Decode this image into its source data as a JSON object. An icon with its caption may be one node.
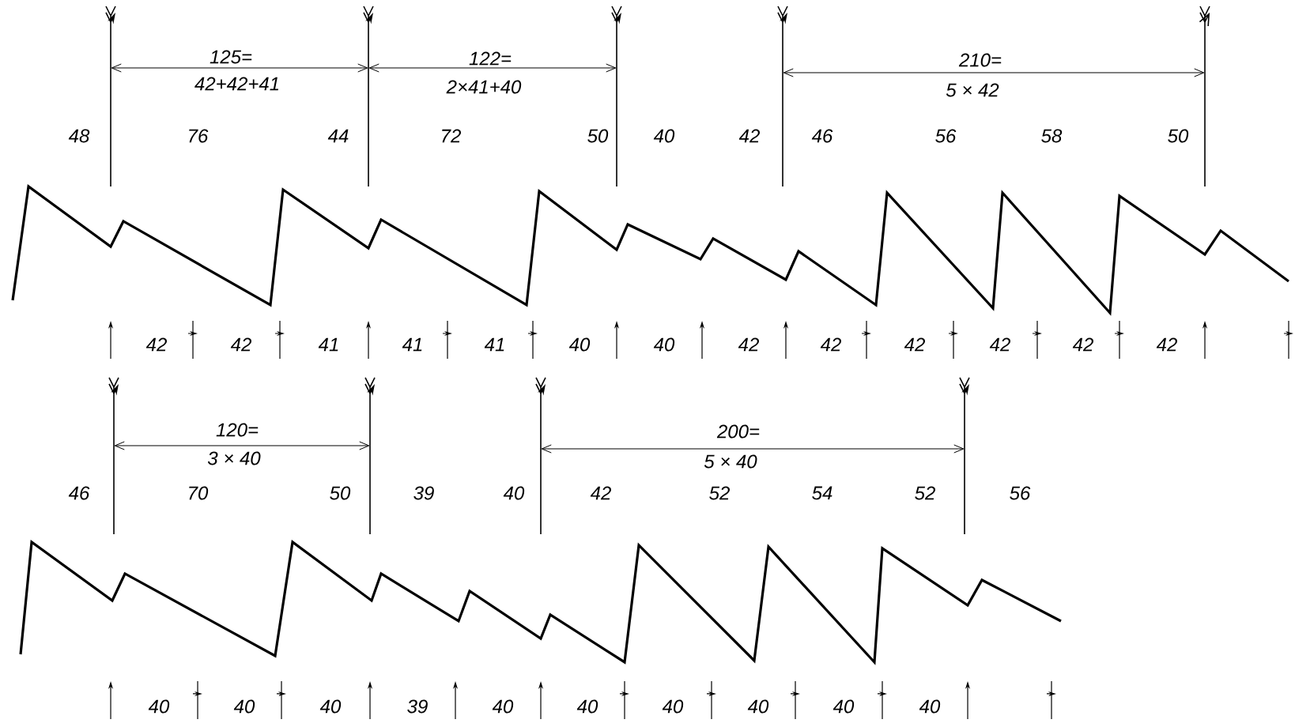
{
  "diagram": {
    "labels": [
      "125=",
      "42+42+41",
      "122=",
      "2×41+40",
      "210=",
      "5 × 42",
      "48",
      "76",
      "44",
      "72",
      "50",
      "40",
      "42",
      "46",
      "56",
      "58",
      "50",
      "42",
      "42",
      "41",
      "41",
      "41",
      "40",
      "40",
      "42",
      "42",
      "42",
      "42",
      "42",
      "42",
      "120=",
      "3 × 40",
      "200=",
      "5 × 40",
      "46",
      "70",
      "50",
      "39",
      "40",
      "42",
      "52",
      "54",
      "52",
      "56",
      "40",
      "40",
      "40",
      "39",
      "40",
      "40",
      "40",
      "40",
      "40",
      "40"
    ]
  }
}
